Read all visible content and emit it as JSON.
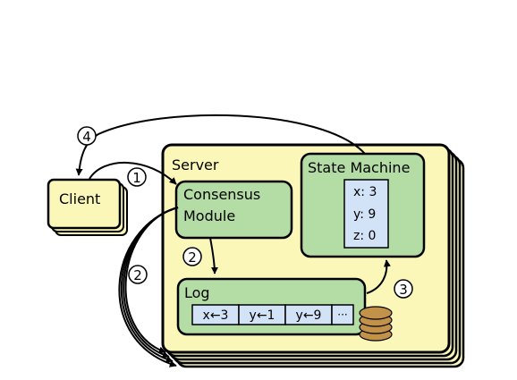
{
  "client": {
    "label": "Client"
  },
  "server": {
    "label": "Server"
  },
  "consensus_module": {
    "line1": "Consensus",
    "line2": "Module"
  },
  "state_machine": {
    "title": "State Machine",
    "values": [
      "x: 3",
      "y: 9",
      "z: 0"
    ]
  },
  "log": {
    "label": "Log",
    "entries": [
      "x←3",
      "y←1",
      "y←9",
      "···"
    ]
  },
  "steps": {
    "one": "1",
    "two": "2",
    "three": "3",
    "four": "4"
  },
  "colors": {
    "server_fill": "#fbf7b9",
    "module_fill": "#b4dca5",
    "cell_fill": "#d2e3f7",
    "disk_fill": "#c2914a",
    "client_fill": "#fbf7b9"
  }
}
